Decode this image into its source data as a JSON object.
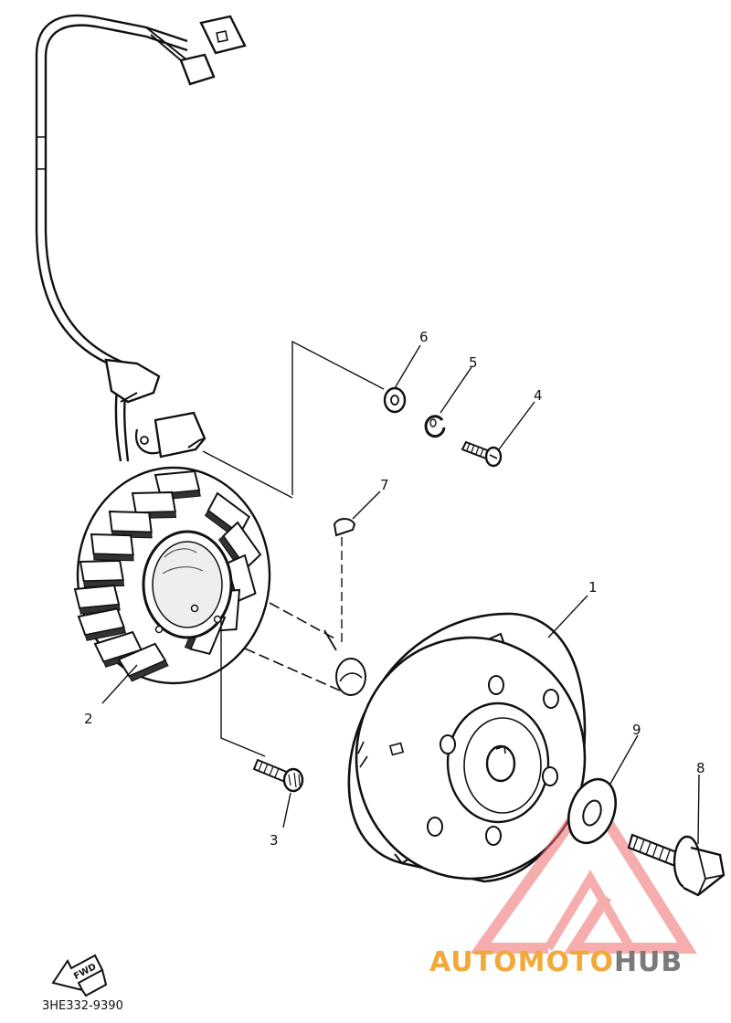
{
  "diagram": {
    "callouts": [
      {
        "id": "1",
        "label": "1"
      },
      {
        "id": "2",
        "label": "2"
      },
      {
        "id": "3",
        "label": "3"
      },
      {
        "id": "4",
        "label": "4"
      },
      {
        "id": "5",
        "label": "5"
      },
      {
        "id": "6",
        "label": "6"
      },
      {
        "id": "7",
        "label": "7"
      },
      {
        "id": "8",
        "label": "8"
      },
      {
        "id": "9",
        "label": "9"
      }
    ],
    "direction_arrow": {
      "label": "FWD",
      "icon": "fwd-arrow-icon"
    },
    "part_code": "3HE332-9390"
  },
  "watermark": {
    "brand_part1": "AUTOMOTO",
    "brand_part2": "HUB",
    "accent_color": "#f2a93b",
    "triangle_color": "#ef6b6b",
    "gray_color": "#7a7a7a"
  }
}
